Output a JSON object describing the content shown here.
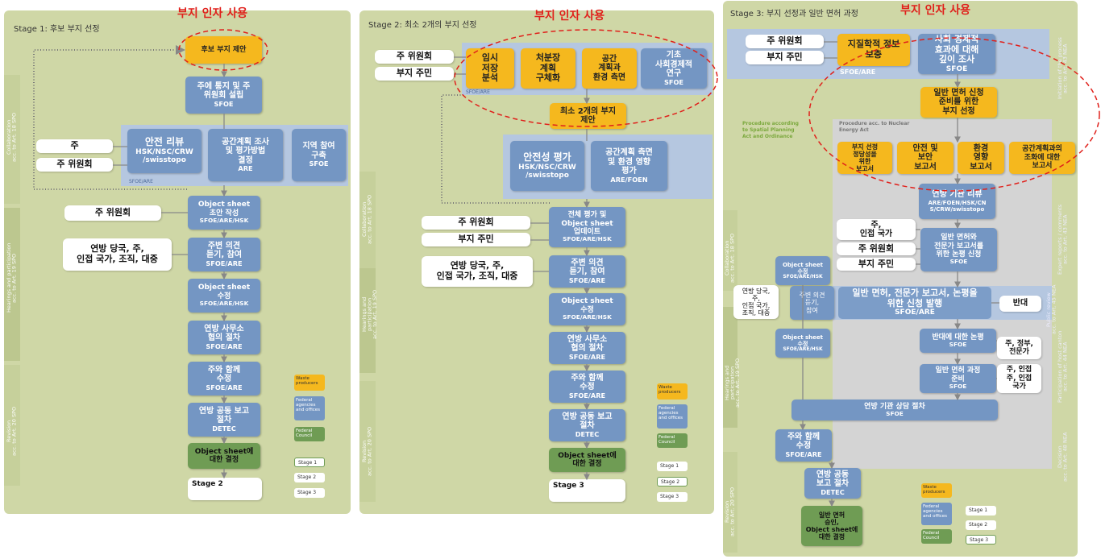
{
  "headline": "부지 인자 사용",
  "panel1": {
    "title": "Stage 1: 후보 부지 선정",
    "side": {
      "collab": "Collaboration\nacc. to Art. 18 SPO",
      "hear": "Hearings and participation\nacc. to Art. 19 SPO",
      "revision": "Revision\nacc. to Art. 20 SPO"
    },
    "zone": "SFOE/ARE",
    "boxes": {
      "propose": "후보 부지 제안",
      "notify": "주에 통지 및 주\n위원회 설립",
      "notify_org": "SFOE",
      "safety": "안전 리뷰",
      "safety_org": "HSK/NSC/CRW\n/swisstopo",
      "spatial": "공간계획 조사\n및 평가방법\n결정",
      "spatial_org": "ARE",
      "regional": "지역 참여\n구축",
      "regional_org": "SFOE",
      "draft": "Object sheet\n초안 작성",
      "draft_org": "SFOE/ARE/HSK",
      "hear": "주변 의견\n듣기, 참여",
      "hear_org": "SFOE/ARE",
      "modify": "Object sheet\n수정",
      "modify_org": "SFOE/ARE/HSK",
      "consult": "연방 사무소\n협의 절차",
      "consult_org": "SFOE/ARE",
      "canton": "주와 함께\n수정",
      "canton_org": "SFOE/ARE",
      "report": "연방 공동 보고\n절차",
      "report_org": "DETEC",
      "decide": "Object sheet에\n대한 결정",
      "next": "Stage 2"
    },
    "actors": {
      "canton": "주",
      "committee": "주 위원회",
      "committee2": "주 위원회",
      "federal": "연방 당국, 주,\n인접 국가, 조직, 대중"
    },
    "legend": {
      "waste": "Waste\nproducers",
      "federal": "Federal\nagencies\nand offices",
      "council": "Federal\nCouncil",
      "s1": "Stage 1",
      "s2": "Stage 2",
      "s3": "Stage 3"
    }
  },
  "panel2": {
    "title": "Stage 2: 최소 2개의 부지 선정",
    "side": {
      "collab": "Collaboration\nacc. to Art. 18 SPO",
      "hear": "Hearings and\nparticipation\nacc. to Art. 19 SPO",
      "revision": "Revision\nacc. to Art. 20 SPO"
    },
    "zone": "SFOE/ARE",
    "boxes": {
      "tmp": "임시\n저장\n분석",
      "disposal": "처분장\n계획\n구체화",
      "space": "공간\n계획과\n환경 측면",
      "socio": "기초\n사회경제적\n연구",
      "socio_org": "SFOE",
      "propose": "최소 2개의 부지\n제안",
      "safety": "안전성 평가",
      "safety_org": "HSK/NSC/CRW\n/swisstopo",
      "env": "공간계획 측면\n및 환경 영향\n평가",
      "env_org": "ARE/FOEN",
      "update": "전체 평가 및\nObject sheet\n업데이트",
      "update_org": "SFOE/ARE/HSK",
      "hear": "주변 의견\n듣기, 참여",
      "hear_org": "SFOE/ARE",
      "modify": "Object sheet\n수정",
      "modify_org": "SFOE/ARE/HSK",
      "consult": "연방 사무소\n협의 절차",
      "consult_org": "SFOE/ARE",
      "canton": "주와 함께\n수정",
      "canton_org": "SFOE/ARE",
      "report": "연방 공동 보고\n절차",
      "report_org": "DETEC",
      "decide": "Object sheet에\n대한 결정",
      "next": "Stage 3"
    },
    "actors": {
      "committee": "주 위원회",
      "residents": "부지 주민",
      "committee2": "주 위원회",
      "residents2": "부지 주민",
      "federal": "연방 당국, 주,\n인접 국가, 조직, 대중"
    },
    "legend": {
      "waste": "Waste\nproducers",
      "federal": "Federal\nagencies\nand offices",
      "council": "Federal\nCouncil",
      "s1": "Stage 1",
      "s2": "Stage 2",
      "s3": "Stage 3"
    }
  },
  "panel3": {
    "title": "Stage 3: 부지 선정과 일반 면허 과정",
    "side": {
      "collab": "Collaboration\nacc. to Art. 18 SPO",
      "hear": "Hearings and\nparticipation\nacc. to Art. 19 SPO",
      "revision": "Revision\nacc. to Art. 20 SPO",
      "right1": "Initiation of the process\nacc. to Art. 43 NEA",
      "right2": "Expert reports / comments\nacc. to Art. 43 NEA",
      "right3": "Public review\nacc. to Art. 45 NEA",
      "right4": "Participation of host canton\nacc. to Art. 44 NEA",
      "right5": "Decision\nacc. to Art. 48 NEA"
    },
    "zone": "SFOE/ARE",
    "proc_spatial": "Procedure according\nto Spatial Planning\nAct and Ordinance",
    "proc_nuclear": "Procedure acc. to Nuclear\nEnergy Act",
    "boxes": {
      "geo": "지질학적 정보\n보충",
      "socio": "사회 경제적\n효과에 대해\n깊이 조사",
      "socio_org": "SFOE",
      "select": "일반 면허 신청\n준비를 위한\n부지 선정",
      "justify": "부지 선정\n정당성을\n위한\n보고서",
      "security": "안전 및\n보안\n보고서",
      "envimp": "환경\n영향\n보고서",
      "spatrep": "공간계획과의\n조화에 대한\n보고서",
      "fedrev": "연방 기관 리뷰",
      "fedrev_org": "ARE/FOEN/HSK/CN\nS/CRW/swisstopo",
      "appl": "일반 면허와\n전문가 보고서를\n위한 논평 신청",
      "appl_org": "SFOE",
      "objsheet": "Object sheet\n수정",
      "objsheet_org": "SFOE/ARE/HSK",
      "hear": "주변 의견\n듣기,\n참여",
      "publish": "일반 면허, 전문가 보고서, 논평을\n위한 신청 발행",
      "publish_org": "SFOE/ARE",
      "objsheet2": "Object sheet\n수정",
      "objsheet2_org": "SFOE/ARE/HSK",
      "comment": "반대에 대한 논평",
      "comment_org": "SFOE",
      "prep": "일반 면허 과정\n준비",
      "prep_org": "SFOE",
      "fedconsult": "연방 기관 상담 절차",
      "fedconsult_org": "SFOE",
      "canton": "주와 함께\n수정",
      "canton_org": "SFOE/ARE",
      "report": "연방 공동\n보고 절차",
      "report_org": "DETEC",
      "approve": "일반 면허\n승인,\nObject sheet에\n대한 결정"
    },
    "actors": {
      "committee": "주 위원회",
      "residents": "부지 주민",
      "canton_nb": "주,\n인접 국가",
      "committee2": "주 위원회",
      "residents2": "부지 주민",
      "federal": "연방 당국,\n주,\n인접 국가,\n조직, 대중",
      "objection": "반대",
      "experts": "주, 정부,\n전문가",
      "cantons": "주, 인접\n주, 인접\n국가"
    },
    "legend": {
      "waste": "Waste\nproducers",
      "federal": "Federal\nagencies\nand offices",
      "council": "Federal\nCouncil",
      "s1": "Stage 1",
      "s2": "Stage 2",
      "s3": "Stage 3"
    }
  },
  "colors": {
    "panel": "#cfd7a6",
    "blue_box": "#7496c3",
    "orange_box": "#f5b81e",
    "green_box": "#6f9c54",
    "headline": "#e0201b"
  }
}
